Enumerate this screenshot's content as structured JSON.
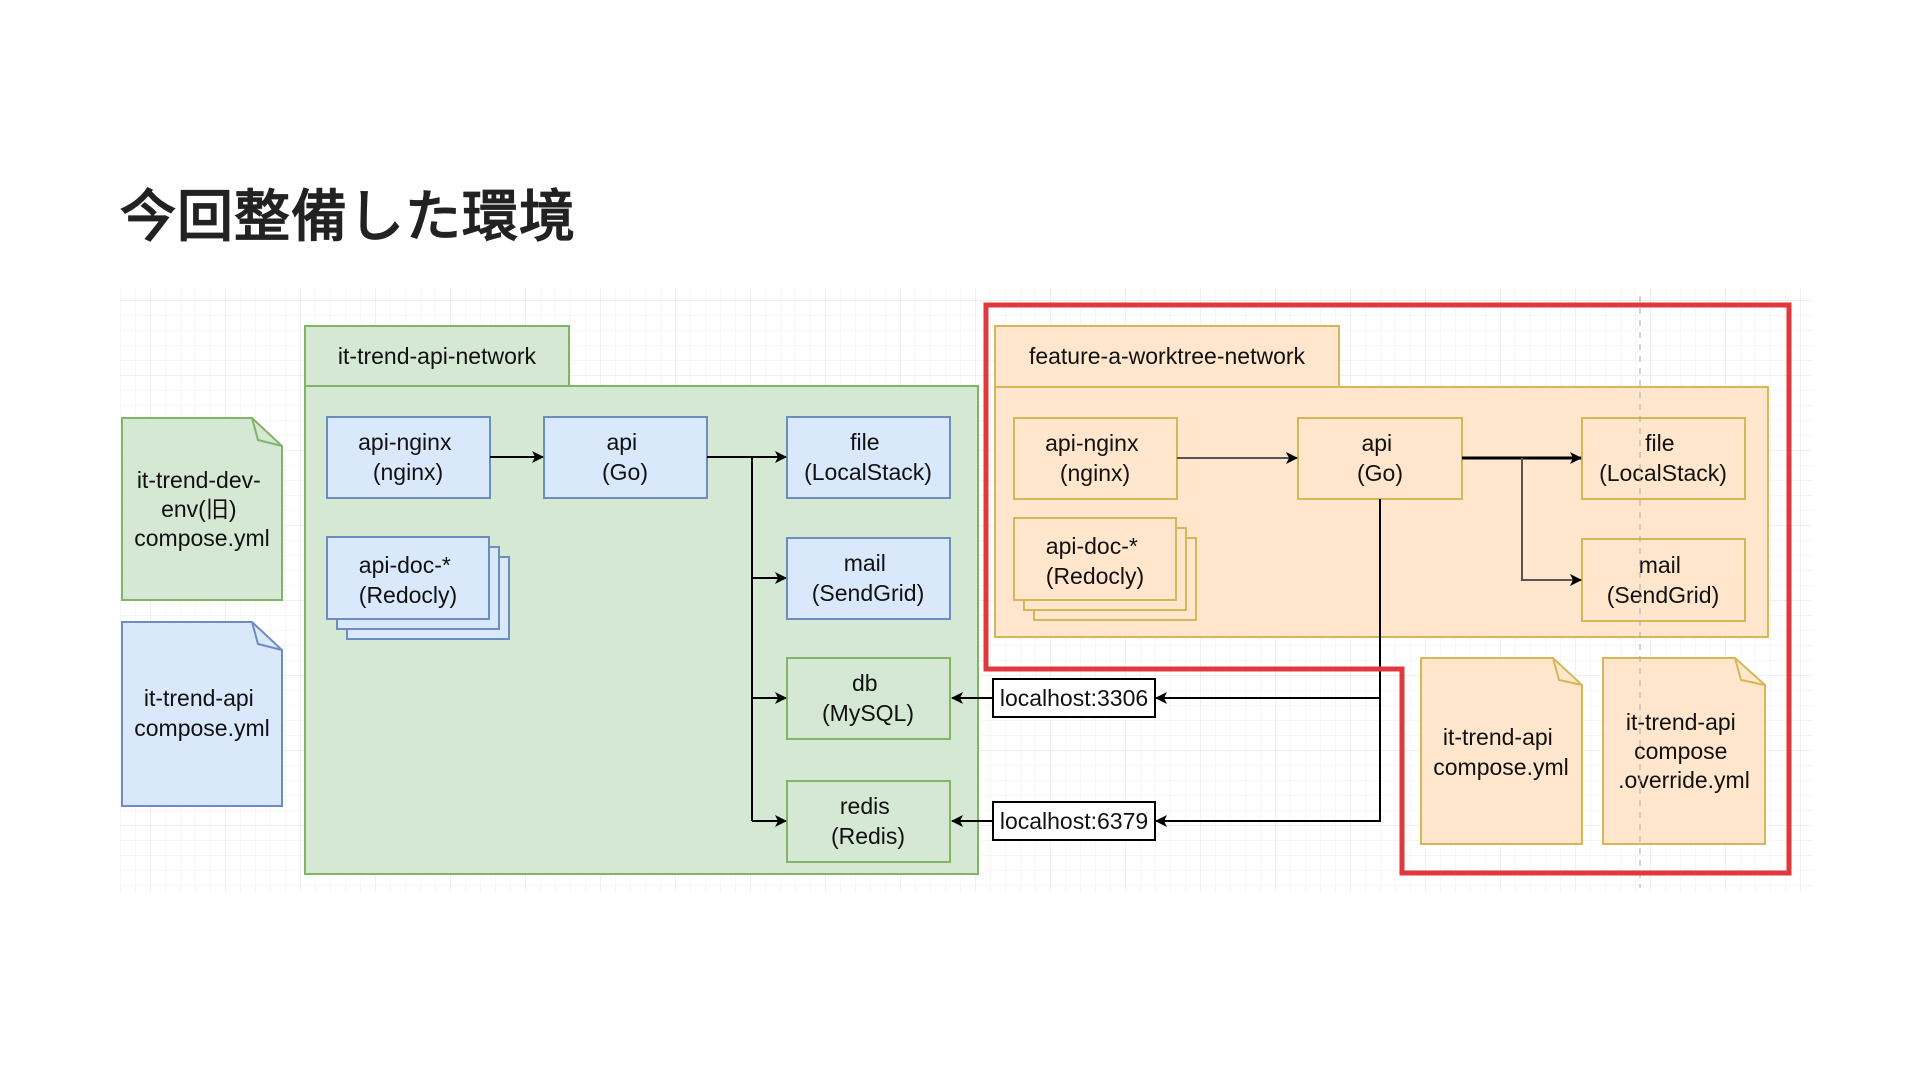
{
  "title": "今回整備した環境",
  "colors": {
    "green_fill": "#d5e8d4",
    "green_stroke": "#82b366",
    "blue_fill": "#dae8fc",
    "blue_stroke": "#6c8ebf",
    "orange_fill": "#ffe6cc",
    "orange_stroke": "#d6b656",
    "highlight": "#e0383e"
  },
  "left_files": {
    "old_compose": [
      "it-trend-dev-",
      "env(旧)",
      "compose.yml"
    ],
    "api_compose": [
      "it-trend-api",
      "compose.yml"
    ]
  },
  "green_network": {
    "label": "it-trend-api-network",
    "nginx": [
      "api-nginx",
      "(nginx)"
    ],
    "api": [
      "api",
      "(Go)"
    ],
    "doc": [
      "api-doc-*",
      "(Redocly)"
    ],
    "file": [
      "file",
      "(LocalStack)"
    ],
    "mail": [
      "mail",
      "(SendGrid)"
    ],
    "db": [
      "db",
      "(MySQL)"
    ],
    "redis": [
      "redis",
      "(Redis)"
    ]
  },
  "ports": {
    "mysql": "localhost:3306",
    "redis": "localhost:6379"
  },
  "orange_network": {
    "label": "feature-a-worktree-network",
    "nginx": [
      "api-nginx",
      "(nginx)"
    ],
    "api": [
      "api",
      "(Go)"
    ],
    "doc": [
      "api-doc-*",
      "(Redocly)"
    ],
    "file": [
      "file",
      "(LocalStack)"
    ],
    "mail": [
      "mail",
      "(SendGrid)"
    ]
  },
  "right_files": {
    "compose": [
      "it-trend-api",
      "compose.yml"
    ],
    "override": [
      "it-trend-api",
      "compose",
      ".override.yml"
    ]
  }
}
